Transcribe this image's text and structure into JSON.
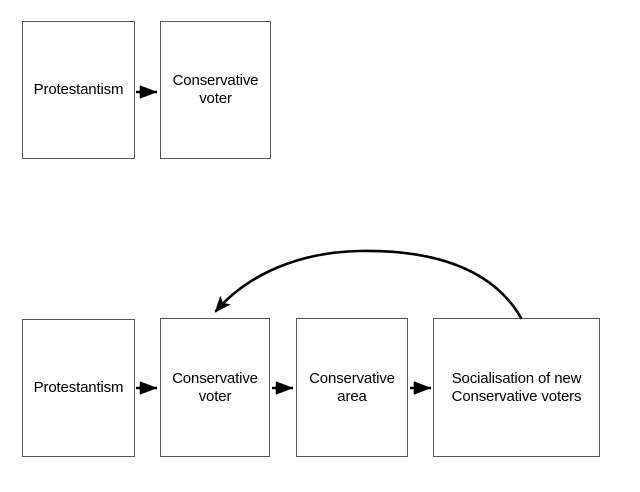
{
  "diagram": {
    "title": "",
    "background_color": "#ffffff",
    "node_border_color": "#555555",
    "node_fill_color": "#ffffff",
    "edge_color": "#000000",
    "text_color": "#000000",
    "groups": [
      {
        "id": "top",
        "name": "simple-causal-chain",
        "nodes": [
          {
            "id": "top-protestantism",
            "label": "Protestantism"
          },
          {
            "id": "top-conservative-voter",
            "label": "Conservative\nvoter"
          }
        ],
        "edges": [
          {
            "id": "top-edge-1",
            "from": "top-protestantism",
            "to": "top-conservative-voter",
            "style": "straight-arrow"
          }
        ]
      },
      {
        "id": "bottom",
        "name": "feedback-causal-chain",
        "nodes": [
          {
            "id": "bottom-protestantism",
            "label": "Protestantism"
          },
          {
            "id": "bottom-conservative-voter",
            "label": "Conservative\nvoter"
          },
          {
            "id": "bottom-conservative-area",
            "label": "Conservative\narea"
          },
          {
            "id": "bottom-socialisation",
            "label": "Socialisation of new\nConservative voters"
          }
        ],
        "edges": [
          {
            "id": "bottom-edge-1",
            "from": "bottom-protestantism",
            "to": "bottom-conservative-voter",
            "style": "straight-arrow"
          },
          {
            "id": "bottom-edge-2",
            "from": "bottom-conservative-voter",
            "to": "bottom-conservative-area",
            "style": "straight-arrow"
          },
          {
            "id": "bottom-edge-3",
            "from": "bottom-conservative-area",
            "to": "bottom-socialisation",
            "style": "straight-arrow"
          },
          {
            "id": "bottom-edge-feedback",
            "from": "bottom-socialisation",
            "to": "bottom-conservative-voter",
            "style": "curved-arrow"
          }
        ]
      }
    ]
  }
}
